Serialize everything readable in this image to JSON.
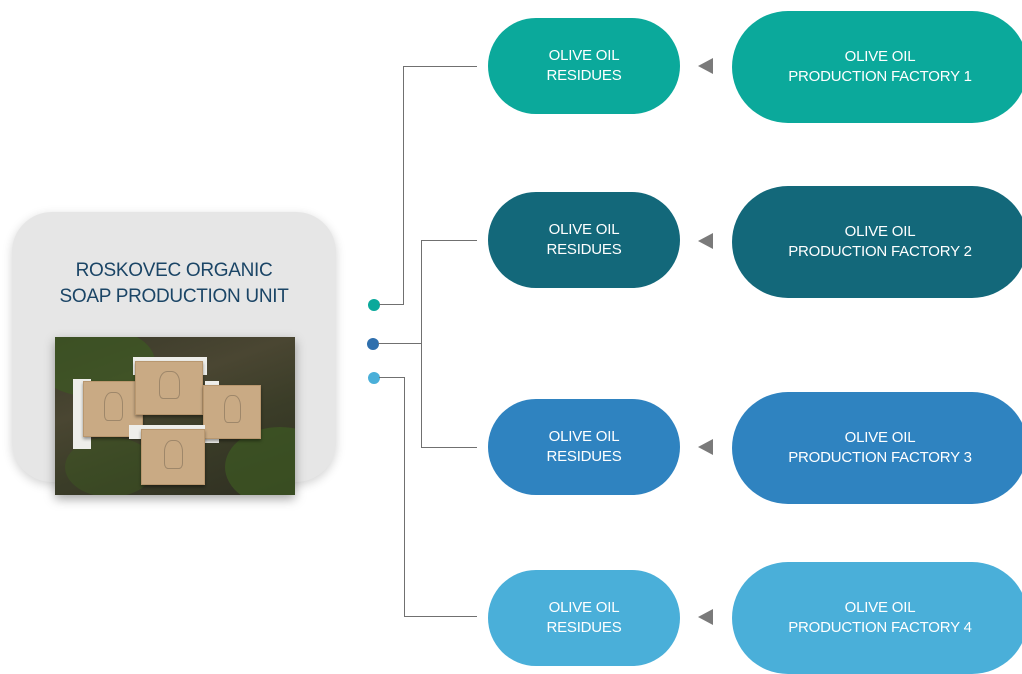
{
  "unit": {
    "title_line1": "ROSKOVEC ORGANIC",
    "title_line2": "SOAP PRODUCTION UNIT",
    "photo": "soap-boxes-photo"
  },
  "colors": {
    "row1": "#0ba99b",
    "row2": "#13687a",
    "row3": "#2f83c0",
    "row4": "#4aafd9",
    "arrow": "#7a7a7a",
    "connector": "#707070",
    "title": "#1b4566"
  },
  "rows": [
    {
      "residue_line1": "OLIVE OIL",
      "residue_line2": "RESIDUES",
      "factory_line1": "OLIVE OIL",
      "factory_line2": "PRODUCTION FACTORY 1"
    },
    {
      "residue_line1": "OLIVE OIL",
      "residue_line2": "RESIDUES",
      "factory_line1": "OLIVE OIL",
      "factory_line2": "PRODUCTION FACTORY 2"
    },
    {
      "residue_line1": "OLIVE OIL",
      "residue_line2": "RESIDUES",
      "factory_line1": "OLIVE OIL",
      "factory_line2": "PRODUCTION FACTORY 3"
    },
    {
      "residue_line1": "OLIVE OIL",
      "residue_line2": "RESIDUES",
      "factory_line1": "OLIVE OIL",
      "factory_line2": "PRODUCTION FACTORY 4"
    }
  ]
}
